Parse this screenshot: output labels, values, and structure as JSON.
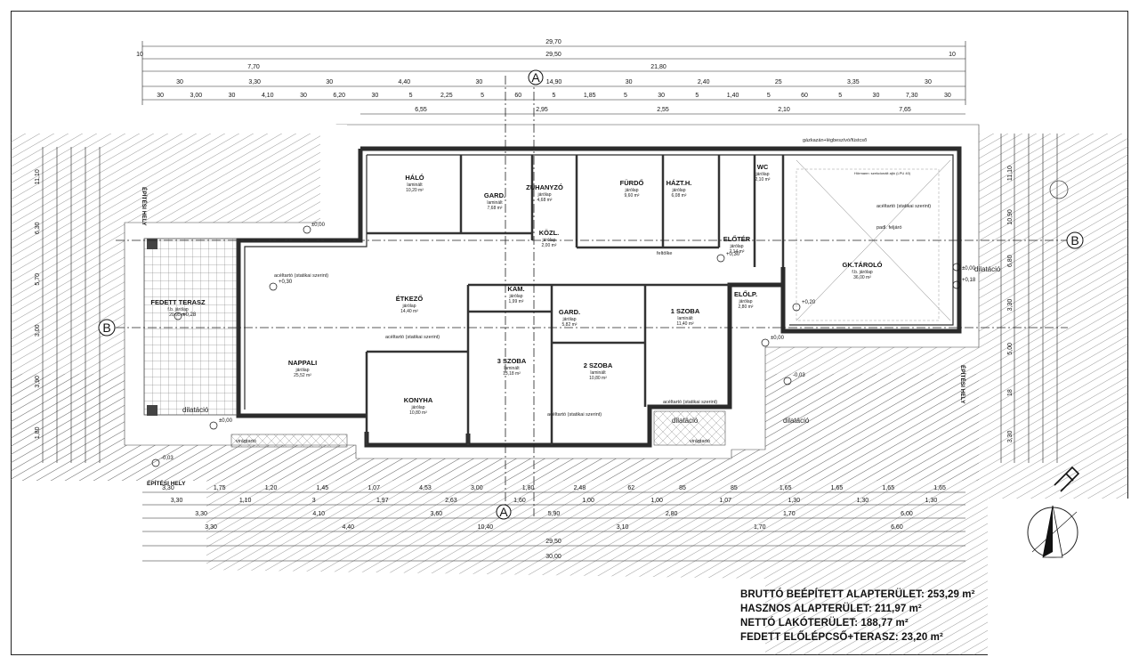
{
  "dimensions": {
    "total_outer": "29,70",
    "outer_left_10": "10",
    "outer_right_10": "10",
    "total_inner": "29,50",
    "left_part": "7,70",
    "right_part": "21,80",
    "row3": [
      "30",
      "3,30",
      "30",
      "4,40",
      "30",
      "14,90",
      "30",
      "2,40",
      "25",
      "3,35",
      "30"
    ],
    "row4": [
      "30",
      "3,00",
      "30",
      "4,10",
      "30",
      "6,20",
      "30",
      "5",
      "2,25",
      "5",
      "60",
      "5",
      "1,85",
      "5",
      "30",
      "5",
      "1,40",
      "5",
      "60",
      "5",
      "30",
      "7,30",
      "30"
    ],
    "row5": [
      "6,55",
      "2,95",
      "2,55",
      "2,10",
      "7,65"
    ],
    "bottom_row1": [
      "3,30",
      "1,75",
      "1,20",
      "1,45",
      "1,07",
      "4,53",
      "3,00",
      "1,80",
      "2,48",
      "62",
      "85",
      "85",
      "1,65",
      "1,65",
      "1,65",
      "1,65"
    ],
    "bottom_row2": [
      "3,30",
      "1,10",
      "3",
      "1,97",
      "2,63",
      "1,60",
      "1,00",
      "1,00",
      "1,07",
      "1,30",
      "1,30",
      "1,30"
    ],
    "bottom_row3": [
      "3,30",
      "4,10",
      "3,60",
      "5,90",
      "2,80",
      "1,70",
      "6,00"
    ],
    "bottom_row4": [
      "3,30",
      "4,40",
      "10,40",
      "3,10",
      "1,70",
      "6,60"
    ],
    "bottom_total_inner": "29,50",
    "bottom_total_outer": "30,00",
    "left_side": [
      "11,10",
      "6,30",
      "5,70",
      "3,00",
      "3,90",
      "1,80"
    ],
    "right_side": [
      "11,10",
      "10,90",
      "6,80",
      "3,30",
      "5,00",
      "18",
      "3,30"
    ]
  },
  "rooms": [
    {
      "name": "HÁLÓ",
      "floor": "laminált",
      "area": "10,20 m²"
    },
    {
      "name": "GARD.",
      "floor": "laminált",
      "area": "7,68 m²"
    },
    {
      "name": "ZUHANYZÓ",
      "floor": "járólap",
      "area": "4,68 m²"
    },
    {
      "name": "FÜRDŐ",
      "floor": "járólap",
      "area": "9,60 m²"
    },
    {
      "name": "HÁZT.H.",
      "floor": "járólap",
      "area": "6,08 m²"
    },
    {
      "name": "WC",
      "floor": "járólap",
      "area": "2,10 m²"
    },
    {
      "name": "KÖZL.",
      "floor": "járólap",
      "area": "2,00 m²"
    },
    {
      "name": "ELŐTÉR",
      "floor": "járólap",
      "area": "7,14 m²"
    },
    {
      "name": "GK.TÁROLÓ",
      "floor": "f.b. járólap",
      "area": "36,00 m²"
    },
    {
      "name": "ÉTKEZŐ",
      "floor": "járólap",
      "area": "14,40 m²"
    },
    {
      "name": "KAM.",
      "floor": "járólap",
      "area": "1,99 m²"
    },
    {
      "name": "GARD.",
      "floor": "járólap",
      "area": "5,82 m²"
    },
    {
      "name": "1 SZOBA",
      "floor": "laminált",
      "area": "11,40 m²"
    },
    {
      "name": "ELŐLP.",
      "floor": "járólap",
      "area": "2,80 m²"
    },
    {
      "name": "FEDETT TERASZ",
      "floor": "f.b. járólap",
      "area": "20,95 m²"
    },
    {
      "name": "NAPPALI",
      "floor": "járólap",
      "area": "25,52 m²"
    },
    {
      "name": "3 SZOBA",
      "floor": "laminált",
      "area": "13,18 m²"
    },
    {
      "name": "2 SZOBA",
      "floor": "laminált",
      "area": "10,80 m²"
    },
    {
      "name": "KONYHA",
      "floor": "járólap",
      "area": "10,80 m²"
    }
  ],
  "labels": {
    "axis_a_top": "A",
    "axis_a_bottom": "A",
    "axis_b_left": "B",
    "axis_b_right": "B",
    "epitesi_hely_top": "ÉPÍTÉSI HELY",
    "epitesi_hely_bottom": "ÉPÍTÉSI HELY",
    "epitesi_hely_right": "ÉPÍTÉSI HELY",
    "dilatacio": "dilatáció",
    "viragtarto": "virágtartó",
    "gazkazan": "gázkazán+légbeszívó/füstcső",
    "acelartor": "acéltartó (statikai szerint)",
    "padlo_feljaro": "padl. feljáró",
    "feltolto": "feltölke",
    "level_0": "±0,00",
    "level_p03": "+0,30",
    "level_m003": "-0,03",
    "level_p018": "+0,18",
    "level_p020": "+0,20",
    "level_p028": "+0,28",
    "door_note": "Hörmann: szekcionált ajtó (LPU 40)"
  },
  "summary": {
    "line1": "BRUTTÓ BEÉPÍTETT ALAPTERÜLET: 253,29 m²",
    "line2": "HASZNOS ALAPTERÜLET: 211,97 m²",
    "line3": "NETTÓ LAKÓTERÜLET: 188,77 m²",
    "line4": "FEDETT ELŐLÉPCSŐ+TERASZ: 23,20 m²"
  },
  "colors": {
    "ink": "#111111",
    "wall": "#3a3a3a",
    "hatch": "#555555",
    "paper": "#ffffff"
  }
}
